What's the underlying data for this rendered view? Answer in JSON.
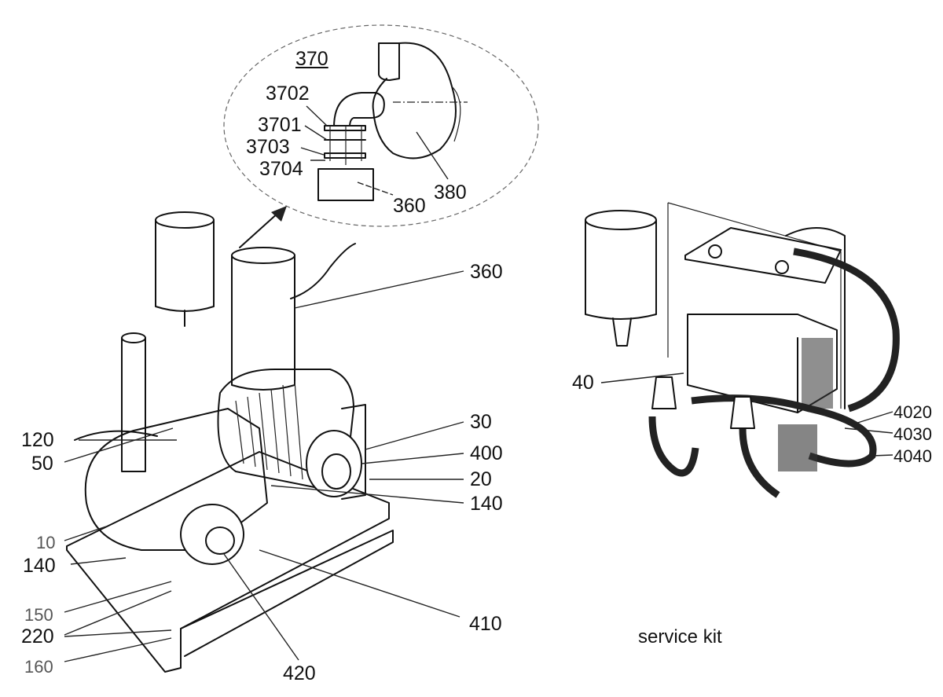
{
  "diagram": {
    "type": "exploded-parts-view",
    "detail_callout": {
      "title": "370",
      "labels": [
        "3702",
        "3701",
        "3703",
        "3704",
        "360",
        "380"
      ]
    },
    "main_assembly_labels": {
      "left": [
        "120",
        "50",
        "10",
        "140",
        "150",
        "220",
        "160"
      ],
      "right": [
        "360",
        "30",
        "400",
        "20",
        "140",
        "410"
      ],
      "bottom": [
        "420"
      ]
    },
    "service_kit": {
      "caption": "service kit",
      "labels": [
        "40",
        "4020",
        "4030",
        "4040"
      ]
    }
  }
}
